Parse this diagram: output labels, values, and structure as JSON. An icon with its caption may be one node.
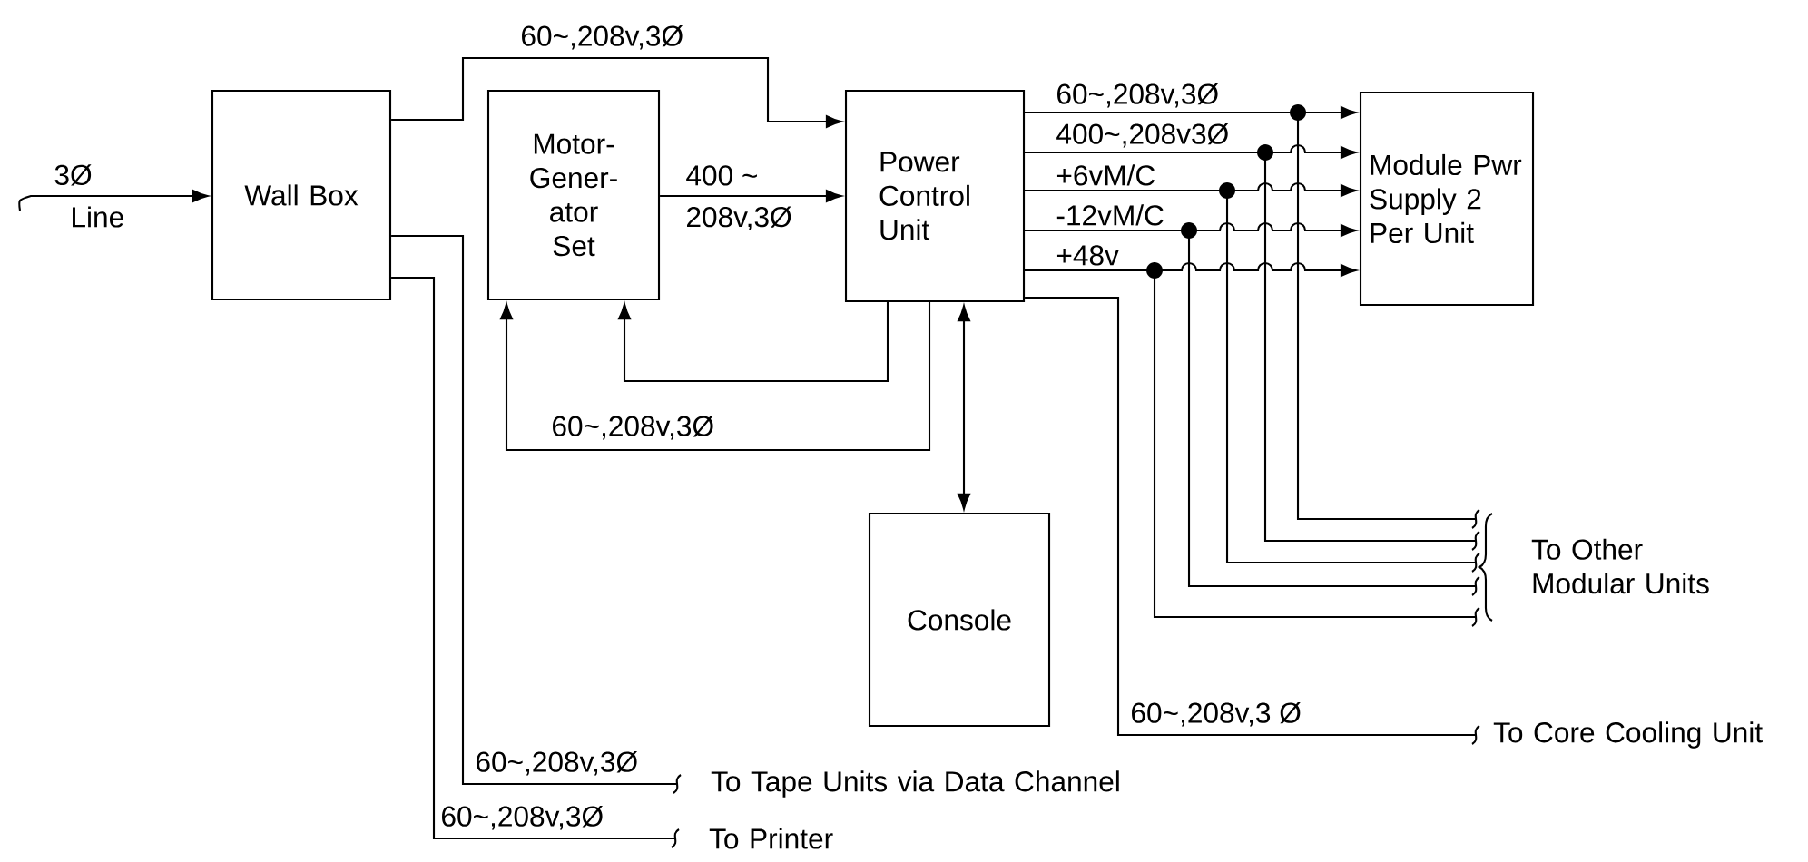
{
  "diagram": {
    "nodes": [
      {
        "text": [
          "Wall Box"
        ]
      },
      {
        "text": [
          "Motor- Gener- ator Set"
        ]
      },
      {
        "text": [
          "Power Control Unit"
        ]
      },
      {
        "text": [
          "Module Pwr Supply 2 Per Unit"
        ]
      },
      {
        "text": [
          "Console"
        ]
      },
      {
        "text": [
          "To Other Modular Units"
        ]
      },
      {
        "text": [
          "To Core Cooling Unit"
        ]
      },
      {
        "text": [
          "To Tape Units via Data Channel"
        ]
      },
      {
        "text": [
          "To Printer"
        ]
      }
    ],
    "edges": [
      {
        "from": null,
        "to": 0,
        "arrow": "to",
        "label": "3Ø"
      },
      {
        "from": 0,
        "to": 2,
        "arrow": "to",
        "label": "60~,208v,3Ø"
      },
      {
        "from": 1,
        "to": 2,
        "arrow": "to",
        "label": "400 ~"
      },
      {
        "from": 2,
        "to": 1,
        "arrow": "to",
        "label": "60~,208v,3Ø"
      },
      {
        "from": 2,
        "to": 1,
        "arrow": "to"
      },
      {
        "from": 2,
        "to": 4,
        "arrow": "both"
      },
      {
        "from": 2,
        "to": 3,
        "arrow": "to",
        "label": "60~,208v,3Ø"
      },
      {
        "from": 2,
        "to": 3,
        "arrow": "to",
        "label": "400~,208v3Ø"
      },
      {
        "from": 2,
        "to": 3,
        "arrow": "to",
        "label": "+6vM/C"
      },
      {
        "from": 2,
        "to": 3,
        "arrow": "to",
        "label": "-12vM/C"
      },
      {
        "from": 2,
        "to": 3,
        "arrow": "to",
        "label": "+48v"
      },
      {
        "from": 2,
        "to": 5,
        "arrow": "none"
      },
      {
        "from": 2,
        "to": 5,
        "arrow": "none"
      },
      {
        "from": 2,
        "to": 5,
        "arrow": "none"
      },
      {
        "from": 2,
        "to": 5,
        "arrow": "none"
      },
      {
        "from": 2,
        "to": 5,
        "arrow": "none"
      },
      {
        "from": 2,
        "to": 6,
        "arrow": "none",
        "label": "60~,208v,3 Ø"
      },
      {
        "from": 0,
        "to": 7,
        "arrow": "none",
        "label": "60~,208v,3Ø"
      },
      {
        "from": 0,
        "to": 8,
        "arrow": "none",
        "label": "60~,208v,3Ø"
      }
    ],
    "labels": [
      "Line",
      "208v,3Ø"
    ]
  }
}
